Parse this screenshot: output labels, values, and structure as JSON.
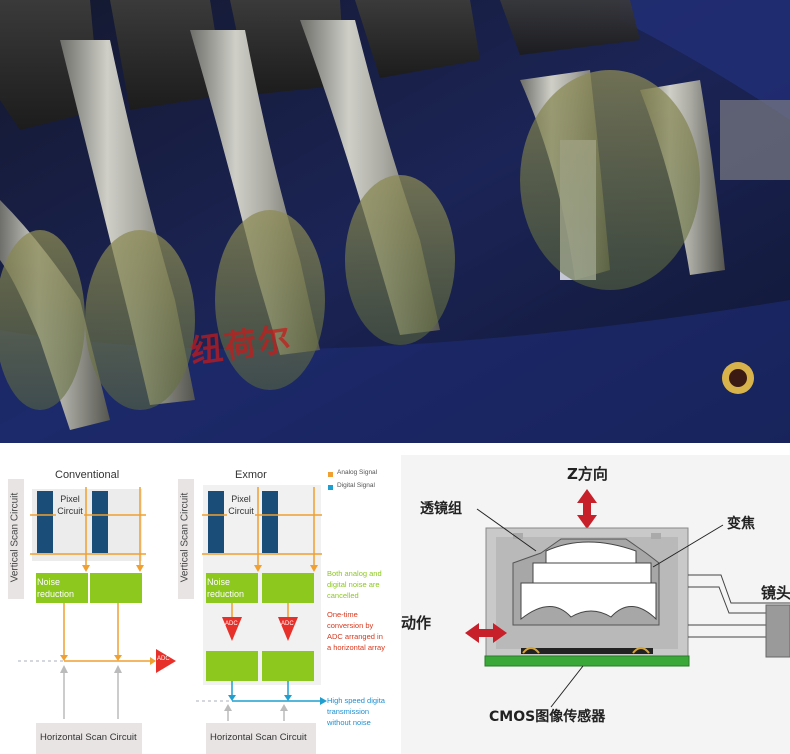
{
  "photo": {
    "watermark": "纽荷尔"
  },
  "sensor_compare": {
    "conventional": {
      "title": "Conventional",
      "vertical_scan": "Vertical Scan Circuit",
      "pixel_circuit": "Pixel Circuit",
      "noise_reduction": "Noise reduction",
      "adc": "ADC",
      "horizontal_scan": "Horizontal Scan Circuit"
    },
    "exmor": {
      "title": "Exmor",
      "vertical_scan": "Vertical Scan Circuit",
      "pixel_circuit": "Pixel Circuit",
      "noise_reduction": "Noise reduction",
      "adc_left": "ADC",
      "adc_right": "ADC",
      "horizontal_scan": "Horizontal Scan Circuit"
    },
    "legend": {
      "analog": "Analog Signal",
      "digital": "Digital Signal"
    },
    "notes": {
      "noise_cancel": [
        "Both analog and",
        "digital noise are",
        "cancelled"
      ],
      "one_time": [
        "One-time",
        "conversion by",
        "ADC arranged in",
        "a horizontal array"
      ],
      "high_speed": [
        "High speed digita",
        "transmission",
        "without noise"
      ]
    },
    "colors": {
      "analog": "#f0a030",
      "digital": "#1f9fd0",
      "pixel": "#1a4e78",
      "noise": "#8cc81e",
      "adc": "#e8302a",
      "green_text": "#8cc81e",
      "red_text": "#d9381e",
      "blue_text": "#1f8fd0"
    }
  },
  "camera_module": {
    "z_direction": "Z方向",
    "lens_group": "透镜组",
    "zoom": "变焦",
    "motion": "动作",
    "lens": "镜头",
    "cmos": "CMOS图像传感器",
    "colors": {
      "arrow": "#c8202a",
      "pcb": "#3aa838",
      "housing": "#c9c9c9"
    }
  }
}
